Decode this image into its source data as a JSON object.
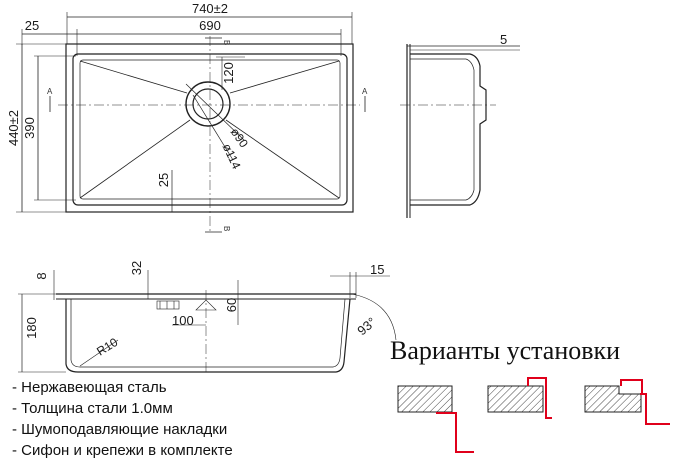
{
  "drawing": {
    "top_view": {
      "overall_width": "740±2",
      "bowl_width": "690",
      "left_offset": "25",
      "overall_depth": "440±2",
      "bowl_depth": "390",
      "drain_offset": "120",
      "drain_d_inner": "ø90",
      "drain_d_outer": "ø114",
      "bottom_offset": "25",
      "section_a": "A",
      "section_b": "B"
    },
    "side_view": {
      "flange": "5"
    },
    "section_view": {
      "flange_thickness": "8",
      "drain_offset": "32",
      "rim": "15",
      "height": "180",
      "corner_radius": "R10",
      "drain_x": "100",
      "drain_depth": "60",
      "wall_angle": "93°"
    }
  },
  "specs": [
    "- Нержавеющая сталь",
    "- Толщина стали 1.0мм",
    "- Шумоподавляющие накладки",
    "- Сифон и крепежи в комплекте"
  ],
  "install": {
    "title": "Варианты установки",
    "accent": "#e0001b"
  }
}
